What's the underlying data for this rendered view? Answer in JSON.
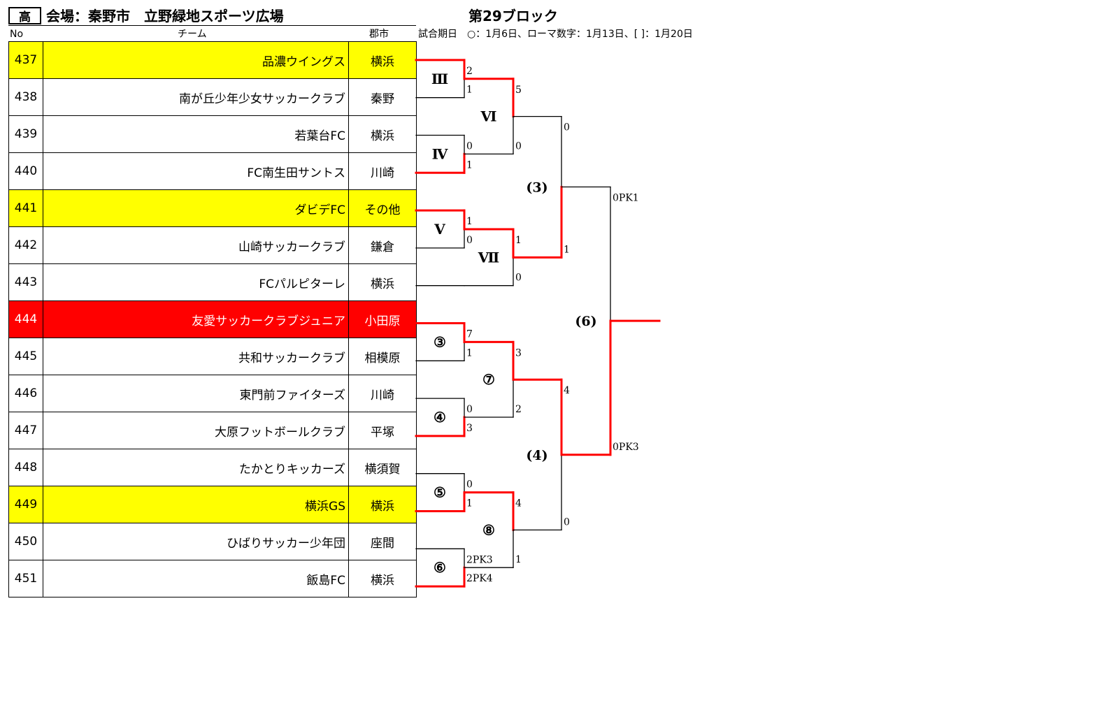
{
  "header": {
    "grade": "高",
    "venue": "会場：秦野市　立野緑地スポーツ広場",
    "block_title": "第29ブロック",
    "col_no": "No",
    "col_team": "チーム",
    "col_city": "郡市",
    "date_note": "試合期日　○：1月6日、ローマ数字：1月13日、[ ]：1月20日"
  },
  "colors": {
    "yellow_highlight": "#ffff00",
    "red_highlight": "#ff0000",
    "winner_line": "#ff0000",
    "loser_line": "#000000"
  },
  "teams": [
    {
      "no": "437",
      "name": "品濃ウイングス",
      "city": "横浜",
      "highlight": "yellow"
    },
    {
      "no": "438",
      "name": "南が丘少年少女サッカークラブ",
      "city": "秦野",
      "highlight": "none"
    },
    {
      "no": "439",
      "name": "若葉台FC",
      "city": "横浜",
      "highlight": "none"
    },
    {
      "no": "440",
      "name": "FC南生田サントス",
      "city": "川崎",
      "highlight": "none"
    },
    {
      "no": "441",
      "name": "ダビデFC",
      "city": "その他",
      "highlight": "yellow"
    },
    {
      "no": "442",
      "name": "山崎サッカークラブ",
      "city": "鎌倉",
      "highlight": "none"
    },
    {
      "no": "443",
      "name": "FCパルピターレ",
      "city": "横浜",
      "highlight": "none"
    },
    {
      "no": "444",
      "name": "友愛サッカークラブジュニア",
      "city": "小田原",
      "highlight": "red"
    },
    {
      "no": "445",
      "name": "共和サッカークラブ",
      "city": "相模原",
      "highlight": "none"
    },
    {
      "no": "446",
      "name": "東門前ファイターズ",
      "city": "川崎",
      "highlight": "none"
    },
    {
      "no": "447",
      "name": "大原フットボールクラブ",
      "city": "平塚",
      "highlight": "none"
    },
    {
      "no": "448",
      "name": "たかとりキッカーズ",
      "city": "横須賀",
      "highlight": "none"
    },
    {
      "no": "449",
      "name": "横浜GS",
      "city": "横浜",
      "highlight": "yellow"
    },
    {
      "no": "450",
      "name": "ひばりサッカー少年団",
      "city": "座間",
      "highlight": "none"
    },
    {
      "no": "451",
      "name": "飯島FC",
      "city": "横浜",
      "highlight": "none"
    }
  ],
  "matches": {
    "m_III": {
      "label": "Ⅲ",
      "top_score": "2",
      "bottom_score": "1",
      "winner": "top"
    },
    "m_IV": {
      "label": "Ⅳ",
      "top_score": "0",
      "bottom_score": "1",
      "winner": "bottom"
    },
    "m_V": {
      "label": "Ⅴ",
      "top_score": "1",
      "bottom_score": "0",
      "winner": "top"
    },
    "m_VI": {
      "label": "Ⅵ",
      "top_score": "5",
      "bottom_score": "0",
      "winner": "top"
    },
    "m_VII": {
      "label": "Ⅶ",
      "top_score": "1",
      "bottom_score": "0",
      "winner": "top"
    },
    "m_3": {
      "label": "③",
      "top_score": "7",
      "bottom_score": "1",
      "winner": "top"
    },
    "m_4": {
      "label": "④",
      "top_score": "0",
      "bottom_score": "3",
      "winner": "bottom"
    },
    "m_5": {
      "label": "⑤",
      "top_score": "0",
      "bottom_score": "1",
      "winner": "bottom"
    },
    "m_6": {
      "label": "⑥",
      "top_score": "2PK3",
      "bottom_score": "2PK4",
      "winner": "bottom"
    },
    "m_7": {
      "label": "⑦",
      "top_score": "3",
      "bottom_score": "2",
      "winner": "top"
    },
    "m_8": {
      "label": "⑧",
      "top_score": "4",
      "bottom_score": "1",
      "winner": "top"
    },
    "r_3": {
      "label": "(3)",
      "top_score": "0",
      "bottom_score": "1",
      "winner": "bottom"
    },
    "r_4": {
      "label": "(4)",
      "top_score": "4",
      "bottom_score": "0",
      "winner": "top"
    },
    "r_6": {
      "label": "(6)",
      "top_score": "0PK1",
      "bottom_score": "0PK3",
      "winner": "bottom"
    }
  }
}
